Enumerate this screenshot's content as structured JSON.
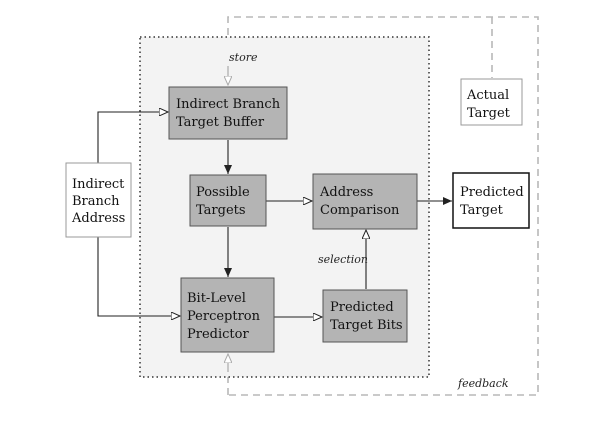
{
  "diagram": {
    "nodes": {
      "ibtb": {
        "lines": [
          "Indirect Branch",
          "Target Buffer"
        ]
      },
      "possible": {
        "lines": [
          "Possible",
          "Targets"
        ]
      },
      "address_comparison": {
        "lines": [
          "Address",
          "Comparison"
        ]
      },
      "perceptron": {
        "lines": [
          "Bit-Level",
          "Perceptron",
          "Predictor"
        ]
      },
      "predicted_bits": {
        "lines": [
          "Predicted",
          "Target Bits"
        ]
      },
      "indirect_address": {
        "lines": [
          "Indirect",
          "Branch",
          "Address"
        ]
      },
      "actual_target": {
        "lines": [
          "Actual",
          "Target"
        ]
      },
      "predicted_target": {
        "lines": [
          "Predicted",
          "Target"
        ]
      }
    },
    "edge_labels": {
      "store": "store",
      "selection": "selection",
      "feedback": "feedback"
    },
    "colors": {
      "gray_fill": "#b4b4b4",
      "panel_fill": "#f3f3f3",
      "stroke": "#555555",
      "arrow": "#222222",
      "dashed": "#b8b8b8"
    }
  }
}
